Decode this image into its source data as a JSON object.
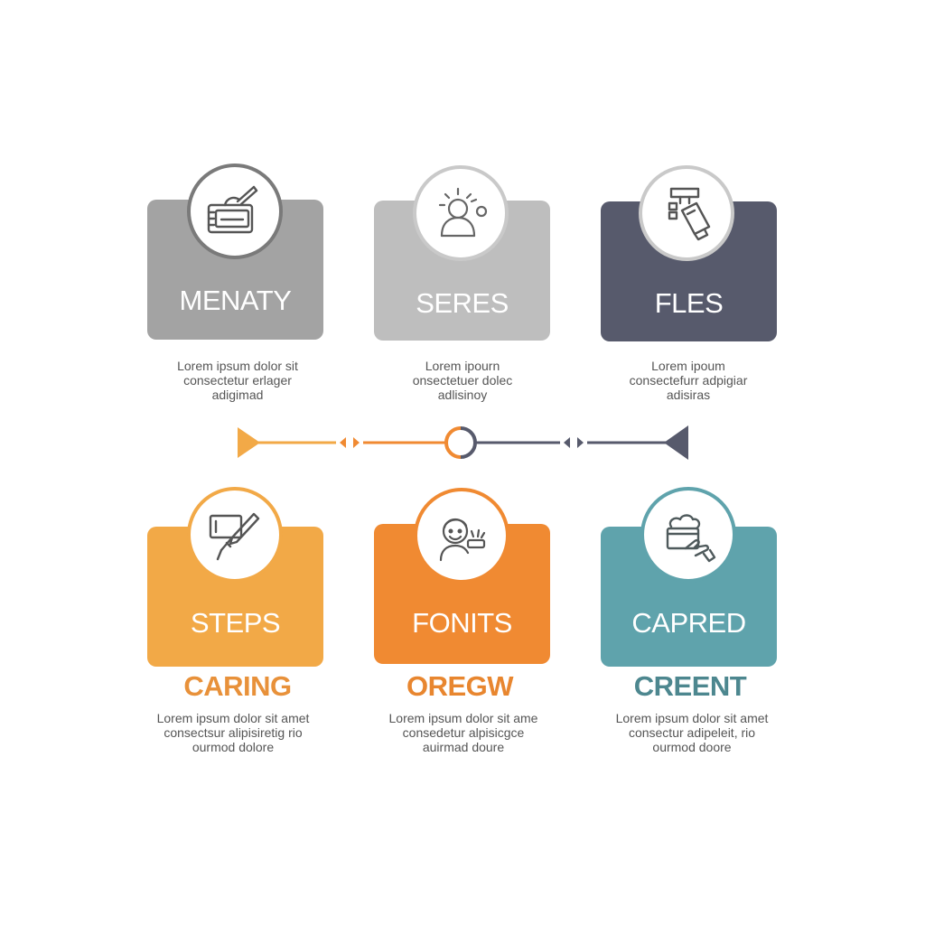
{
  "colors": {
    "gray": "#a3a3a3",
    "light_gray": "#bebebe",
    "slate": "#575a6c",
    "amber": "#f2a947",
    "orange": "#f08a32",
    "teal": "#5fa3ac",
    "ring_gray": "#7a7a7a",
    "ring_light": "#c9c9c9",
    "icon_stroke": "#555555"
  },
  "top_row": [
    {
      "title": "MENATY",
      "icon": "wallet-card-icon",
      "desc": [
        "Lorem ipsum dolor sit",
        "consectetur erlager",
        "adigimad"
      ]
    },
    {
      "title": "SERES",
      "icon": "person-sun-icon",
      "desc": [
        "Lorem ipourn",
        "onsectetuer dolec",
        "adlisinoy"
      ]
    },
    {
      "title": "FLES",
      "icon": "usb-drive-icon",
      "desc": [
        "Lorem ipoum",
        "consectefurr adpigiar",
        "adisiras"
      ]
    }
  ],
  "bottom_row": [
    {
      "title": "STEPS",
      "subtitle": "CARING",
      "icon": "pen-tool-icon",
      "desc": [
        "Lorem ipsum dolor sit amet",
        "consectsur alipisiretig rio",
        "ourmod dolore"
      ]
    },
    {
      "title": "FONITS",
      "subtitle": "OREGW",
      "icon": "smiling-child-icon",
      "desc": [
        "Lorem ipsum dolor sit ame",
        "consedetur alpisicgce",
        "auirmad doure"
      ]
    },
    {
      "title": "CAPRED",
      "subtitle": "CREENT",
      "icon": "hand-box-icon",
      "desc": [
        "Lorem ipsum dolor sit amet",
        "consectur adipeleit, rio",
        "ourmod doore"
      ]
    }
  ]
}
